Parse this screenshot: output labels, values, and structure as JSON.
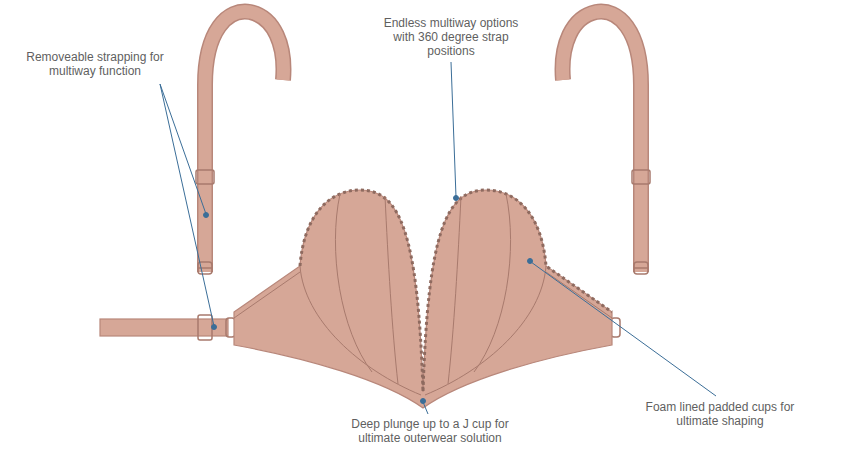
{
  "diagram": {
    "labels": [
      "Endless multiway options with 360 degree strap positions",
      "Removeable strapping for multiway function",
      "Foam lined padded cups for ultimate shaping",
      "Deep plunge up to a J cup for ultimate outerwear solution"
    ]
  }
}
